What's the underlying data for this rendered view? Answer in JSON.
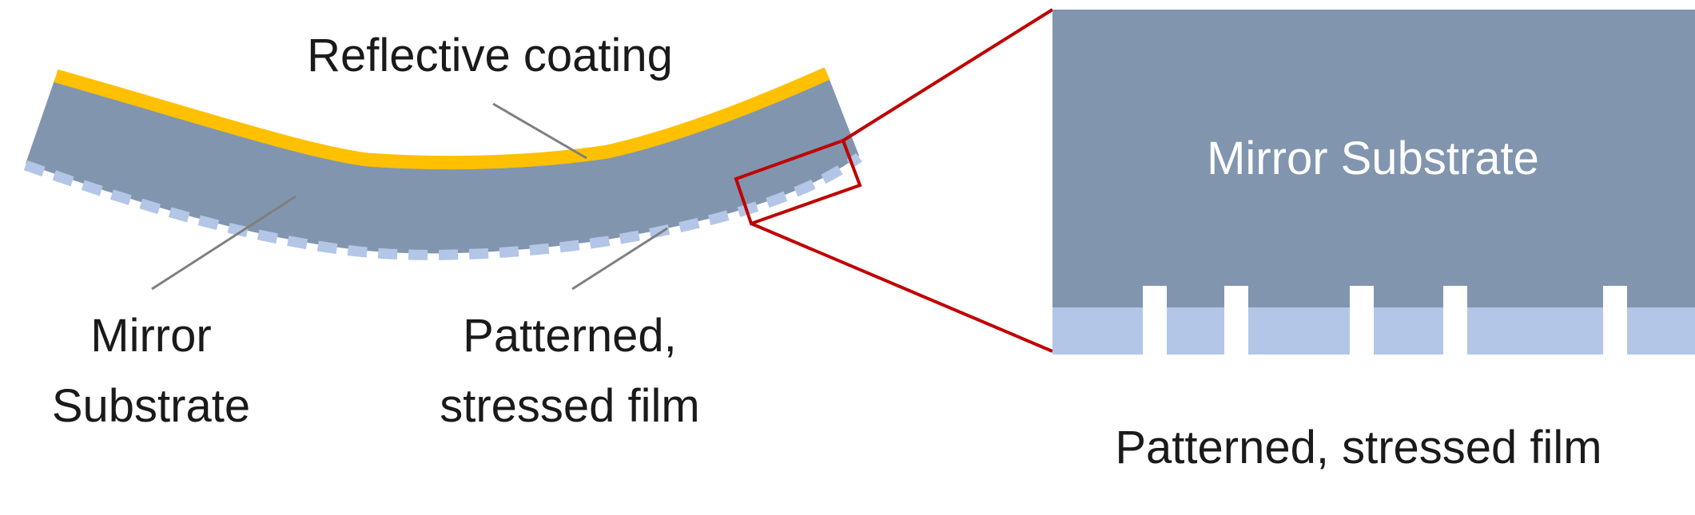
{
  "labels": {
    "reflective_coating": "Reflective coating",
    "mirror_substrate_line1": "Mirror",
    "mirror_substrate_line2": "Substrate",
    "patterned_film_line1": "Patterned,",
    "patterned_film_line2": "stressed film",
    "zoom_substrate": "Mirror Substrate",
    "zoom_film": "Patterned, stressed film"
  },
  "colors": {
    "substrate": "#8195AE",
    "film": "#B3C6E7",
    "coating": "#FFC000",
    "zoom_outline": "#C00000",
    "leader": "#7F7F7F",
    "text": "#1a1a1a"
  }
}
